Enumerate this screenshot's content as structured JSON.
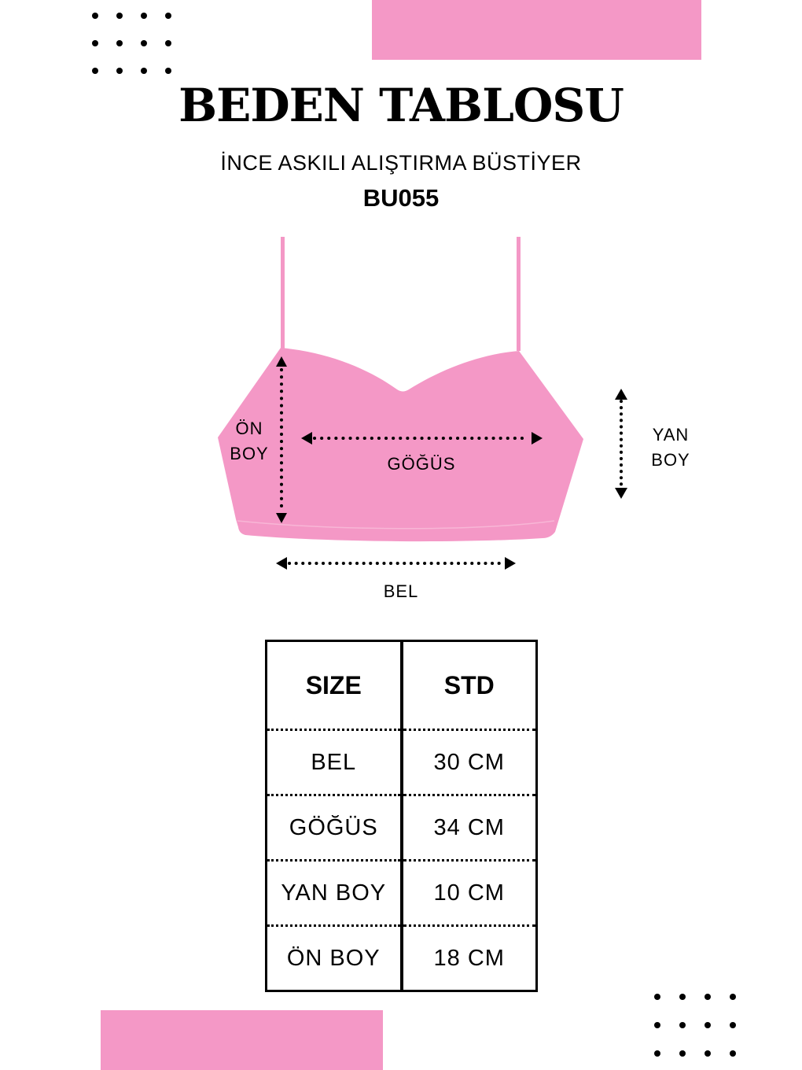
{
  "header": {
    "title": "BEDEN TABLOSU",
    "subtitle": "İNCE ASKILI ALIŞTIRMA BÜSTİYER",
    "product_code": "BU055"
  },
  "diagram": {
    "labels": {
      "on_boy_line1": "ÖN",
      "on_boy_line2": "BOY",
      "gogus": "GÖĞÜS",
      "yan_boy_line1": "YAN",
      "yan_boy_line2": "BOY",
      "bel": "BEL"
    },
    "garment_color": "#f498c6"
  },
  "size_table": {
    "headers": [
      "SIZE",
      "STD"
    ],
    "rows": [
      {
        "measure": "BEL",
        "value": "30 CM"
      },
      {
        "measure": "GÖĞÜS",
        "value": "34 CM"
      },
      {
        "measure": "YAN BOY",
        "value": "10 CM"
      },
      {
        "measure": "ÖN BOY",
        "value": "18 CM"
      }
    ]
  },
  "colors": {
    "accent_pink": "#f498c6",
    "text": "#000000",
    "background": "#ffffff"
  }
}
